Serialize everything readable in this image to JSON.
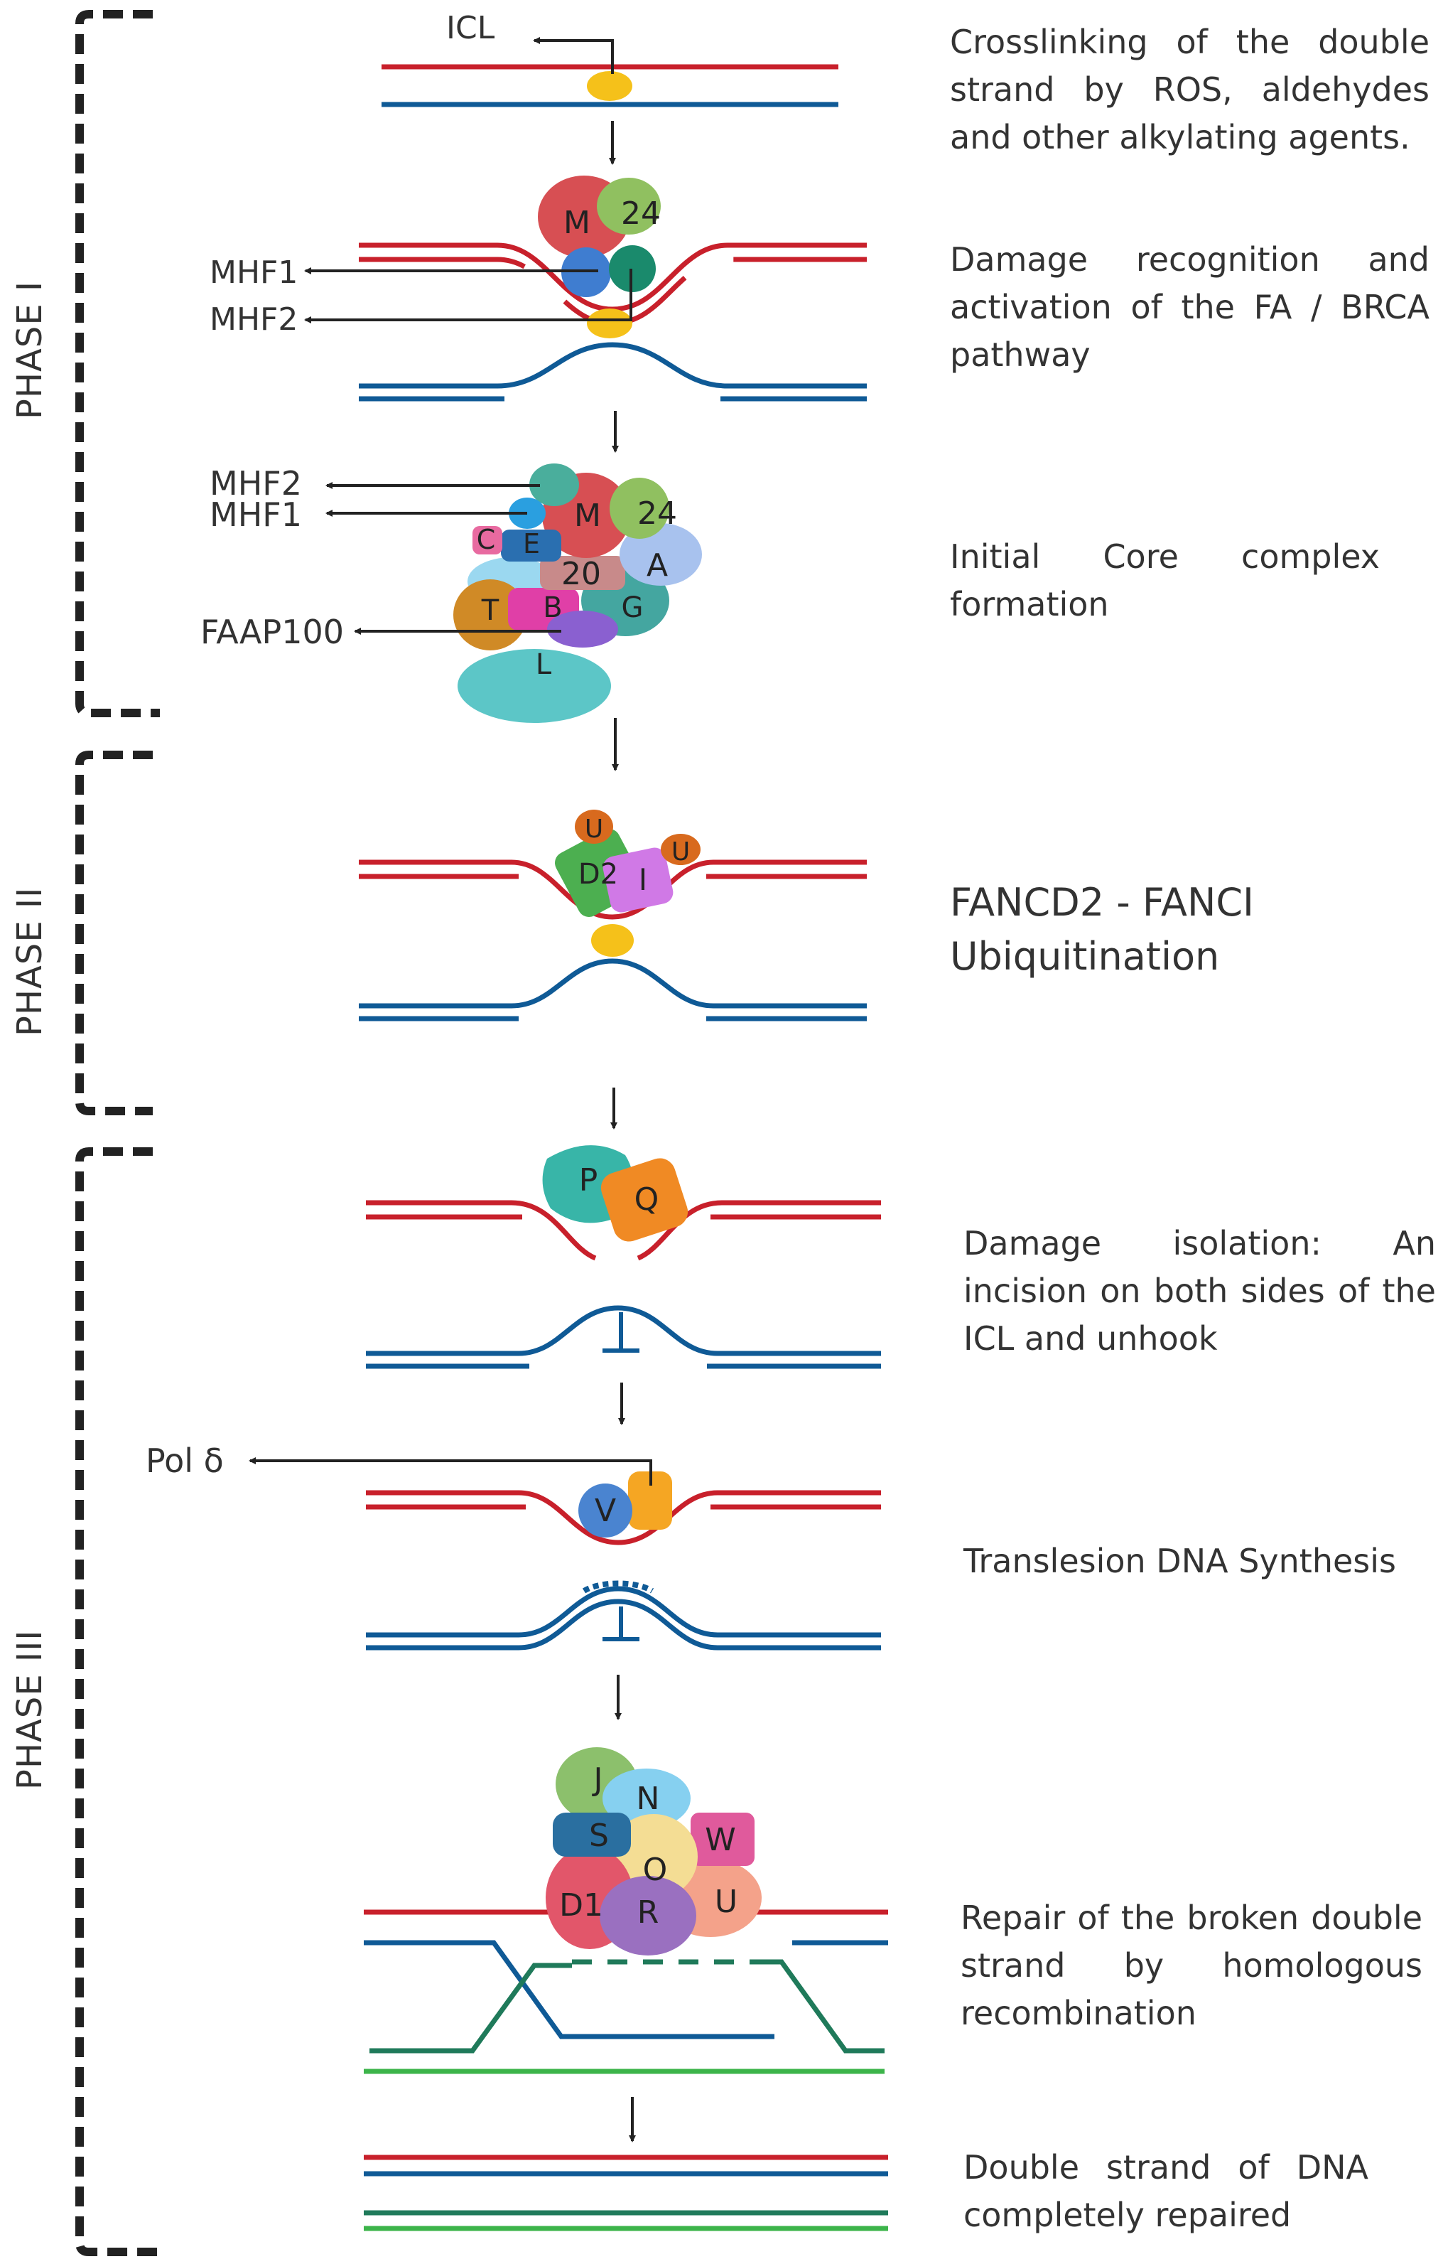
{
  "phases": {
    "phase1": "PHASE I",
    "phase2": "PHASE II",
    "phase3": "PHASE III"
  },
  "steps": {
    "step1": "Crosslinking of the double strand by ROS, aldehydes and other alkylating agents.",
    "step2": "Damage recognition and activation of the FA / BRCA pathway",
    "step3": "Initial Core complex formation",
    "step4": "FANCD2 - FANCI Ubiquitination",
    "step5": "Damage isolation: An incision on both sides of the ICL and unhook",
    "step6": "Translesion DNA Synthesis",
    "step7": "Repair of the broken double strand by homologous recombination",
    "step8": "Double strand of DNA completely repaired"
  },
  "labels": {
    "icl": "ICL",
    "mhf1_a": "MHF1",
    "mhf2_a": "MHF2",
    "mhf2_b": "MHF2",
    "mhf1_b": "MHF1",
    "faap100": "FAAP100",
    "pol_delta": "Pol δ"
  },
  "proteins": {
    "m": "M",
    "p24": "24",
    "m2": "M",
    "p24b": "24",
    "c": "C",
    "e": "E",
    "p20": "20",
    "a": "A",
    "t": "T",
    "b": "B",
    "g": "G",
    "l": "L",
    "u1": "U",
    "d2": "D2",
    "i": "I",
    "u2": "U",
    "p": "P",
    "q": "Q",
    "v": "V",
    "j": "J",
    "n": "N",
    "s": "S",
    "w": "W",
    "o": "O",
    "d1": "D1",
    "r": "R",
    "u3": "U"
  },
  "colors": {
    "dna_red": "#c8202b",
    "dna_blue": "#0f5a96",
    "dna_green_dark": "#1f7a5a",
    "dna_green_light": "#3cb44a",
    "crosslink": "#f5c11a"
  }
}
